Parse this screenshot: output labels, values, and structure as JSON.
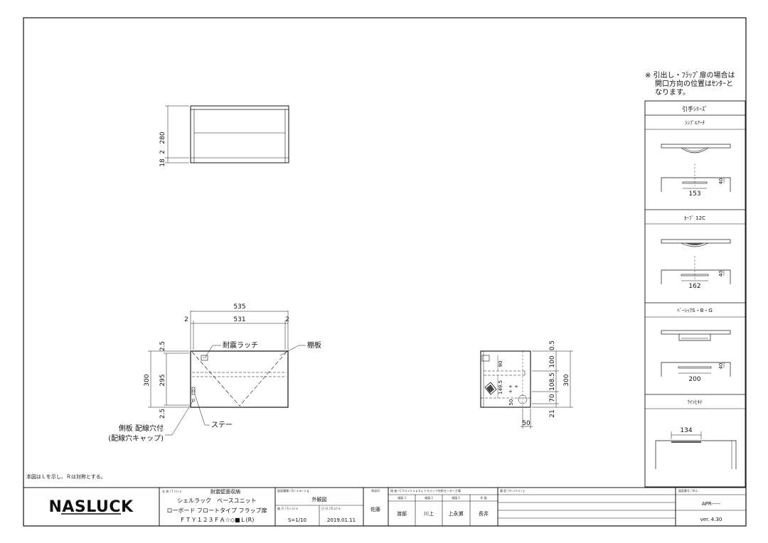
{
  "note_top": [
    "※ 引出し・ﾌﾗｯﾌﾟ扉の場合は",
    "開口方向の位置はｾﾝﾀｰと",
    "なります。"
  ],
  "handle_series": {
    "header": "引手ｼﾘｰｽﾞ",
    "items": [
      {
        "name": "ｼﾝﾌﾟﾙｱｰﾁ",
        "width": "153",
        "height": "40"
      },
      {
        "name": "ｶｰﾌﾞ 12C",
        "width": "162",
        "height": "40"
      },
      {
        "name": "ﾍﾞｰｼｯｸS・B・G",
        "width": "200",
        "height": "40"
      },
      {
        "name": "ﾗｲﾝﾋｷﾃ",
        "width": "134"
      }
    ]
  },
  "top_view": {
    "dims": [
      "280",
      "2",
      "18"
    ]
  },
  "front_view": {
    "dims": {
      "overall_width": "535",
      "inner_width": "531",
      "side_left": "2",
      "side_right": "2",
      "height": "300",
      "inner_height": "295",
      "top": "2.5",
      "bottom": "2.5"
    },
    "labels": {
      "latch": "耐震ラッチ",
      "shelf": "棚板",
      "stay": "ステー",
      "side_panel_1": "側板 配線穴付",
      "side_panel_2": "(配線穴キャップ)"
    }
  },
  "side_view": {
    "dims": [
      "0.5",
      "100",
      "108.5",
      "70",
      "21",
      "300",
      "90",
      "149.5",
      "50",
      "50"
    ]
  },
  "note_bottom": "本図はＬを示し、Ｒは対称とする。",
  "title_block": {
    "logo": "NASLUCK",
    "title_label": "名 称 / T i t l e",
    "title_1": "耐震壁面収納",
    "title_2": "シェルラック　ベースユニット",
    "title_3": "ローボード フロートタイプ フラップ扉",
    "title_4": "ＦＴＹ１２３ＦＡ☆◇■Ｌ(R)",
    "drawing_label": "図面種類 / D r a w i n g",
    "drawing_value": "外観図",
    "scale_label": "縮 尺 / S c a l e",
    "scale_value": "S=1/10",
    "date_label": "日 付 / D a t e",
    "date_value": "2019.01.11",
    "designer_label": "承認印",
    "designer_value": "佐藤",
    "check_label": "検 者 / C h e c k   u p   b y   ナスラック技術センター工場",
    "check_headers": [
      "検図 3",
      "検図 2",
      "検図 1",
      "作 図"
    ],
    "check_names": [
      "渡部",
      "川上",
      "上永瀬",
      "長井"
    ],
    "history_label": "履 歴 / H i s t o r y",
    "number_label": "図面番号 / N o .",
    "number_value": "APR-----",
    "version": "ver. 4.30"
  }
}
